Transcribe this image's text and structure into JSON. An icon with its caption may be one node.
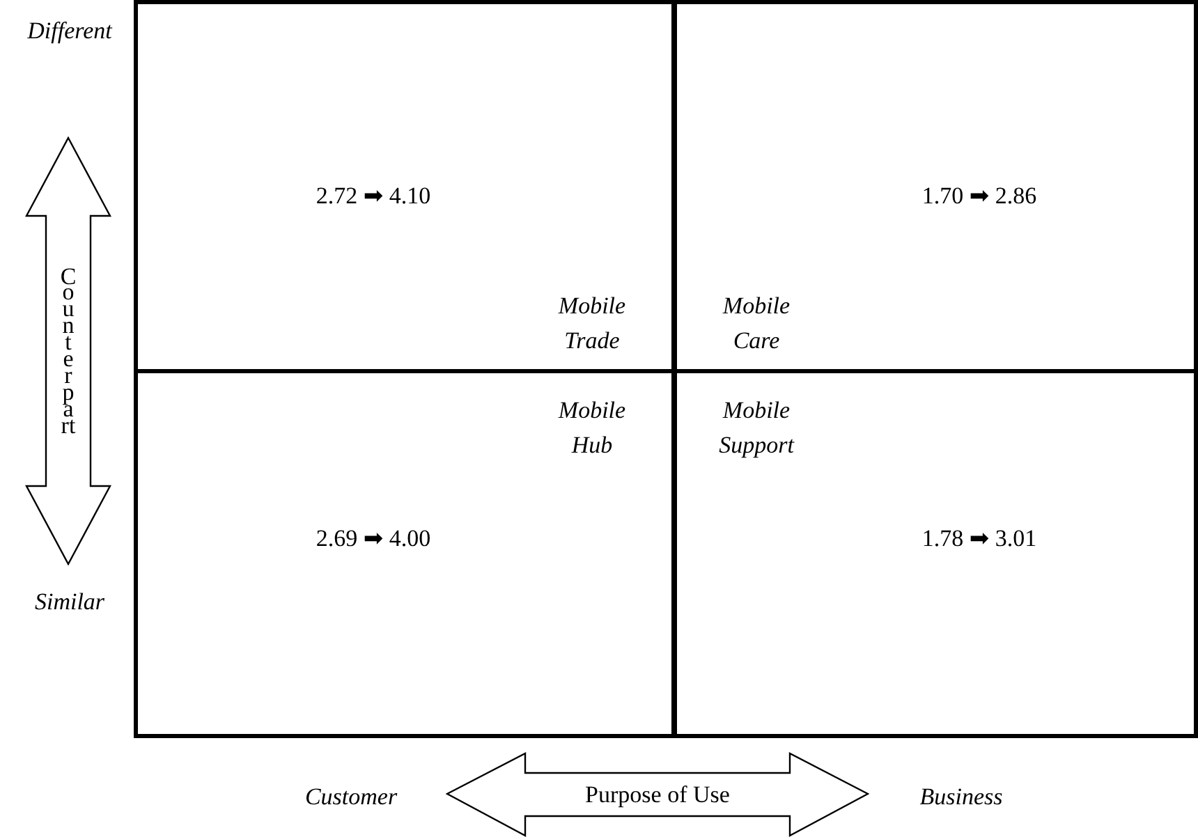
{
  "diagram": {
    "nodes": [
      {
        "text": [
          "2.72 ➡ 4.10",
          "Mobile Trade"
        ]
      },
      {
        "text": [
          "1.70 ➡ 2.86",
          "Mobile Care"
        ]
      },
      {
        "text": [
          "2.69 ➡ 4.00",
          "Mobile Hub"
        ]
      },
      {
        "text": [
          "1.78 ➡ 3.01",
          "Mobile Support"
        ]
      },
      {
        "text": [
          "Counterpart"
        ]
      },
      {
        "text": [
          "Purpose of Use"
        ]
      }
    ],
    "edges": [],
    "labels": [
      "Different",
      "Similar",
      "Customer",
      "Business"
    ]
  }
}
